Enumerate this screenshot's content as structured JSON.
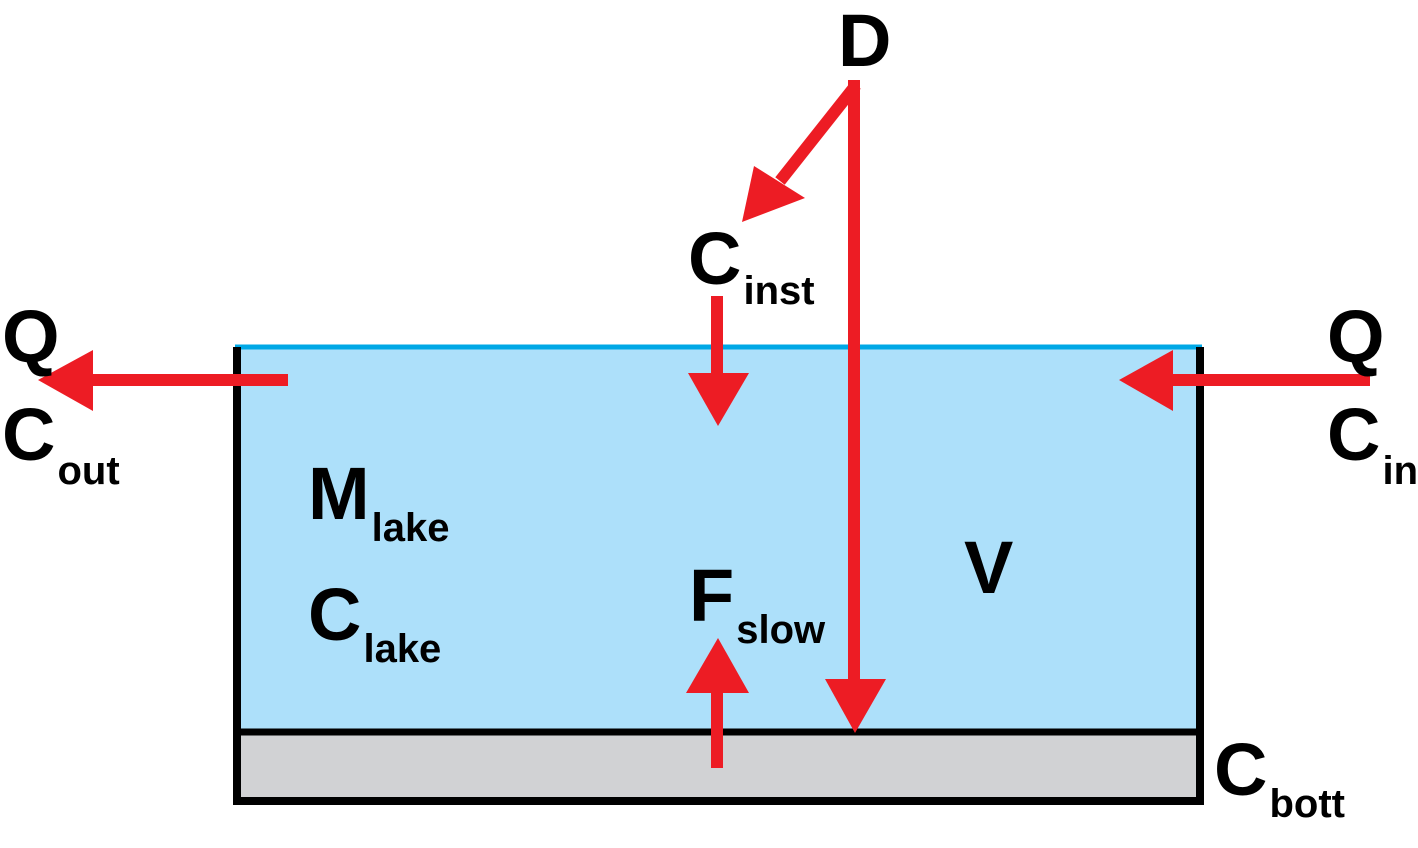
{
  "colors": {
    "water": "#ade0fa",
    "water_surface": "#00a8e6",
    "sediment": "#d1d2d4",
    "outline": "#000000",
    "arrow": "#ed1c24"
  },
  "labels": {
    "deposition": "D",
    "instant": {
      "main": "C",
      "sub": "inst"
    },
    "outflow_q": "Q",
    "outflow_c": {
      "main": "C",
      "sub": "out"
    },
    "inflow_q": "Q",
    "inflow_c": {
      "main": "C",
      "sub": "in"
    },
    "lake_mass": {
      "main": "M",
      "sub": "lake"
    },
    "lake_conc": {
      "main": "C",
      "sub": "lake"
    },
    "slow_flux": {
      "main": "F",
      "sub": "slow"
    },
    "volume": "V",
    "bottom": {
      "main": "C",
      "sub": "bott"
    }
  }
}
